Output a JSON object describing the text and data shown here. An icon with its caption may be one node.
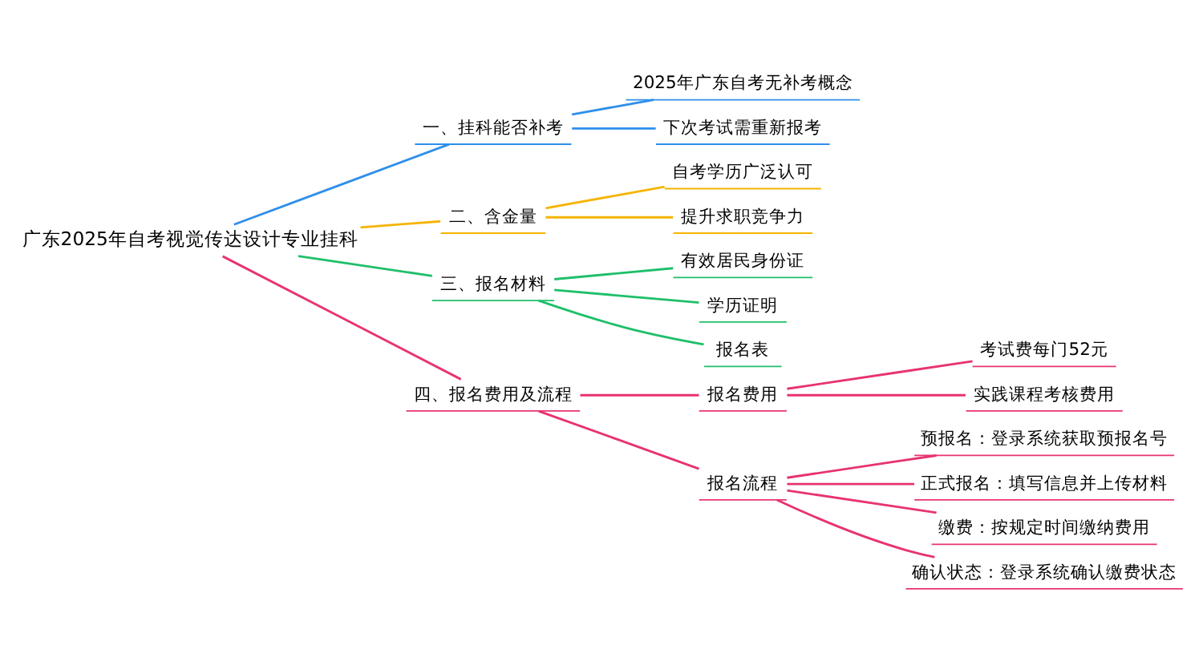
{
  "diagram": {
    "nodes": [
      {
        "text": [
          "广东2025年自考视觉传达设计专业挂科"
        ]
      },
      {
        "text": [
          "一、挂科能否补考"
        ]
      },
      {
        "text": [
          "2025年广东自考无补考概念"
        ]
      },
      {
        "text": [
          "下次考试需重新报考"
        ]
      },
      {
        "text": [
          "二、含金量"
        ]
      },
      {
        "text": [
          "自考学历广泛认可"
        ]
      },
      {
        "text": [
          "提升求职竞争力"
        ]
      },
      {
        "text": [
          "三、报名材料"
        ]
      },
      {
        "text": [
          "有效居民身份证"
        ]
      },
      {
        "text": [
          "学历证明"
        ]
      },
      {
        "text": [
          "报名表"
        ]
      },
      {
        "text": [
          "四、报名费用及流程"
        ]
      },
      {
        "text": [
          "报名费用"
        ]
      },
      {
        "text": [
          "考试费每门52元"
        ]
      },
      {
        "text": [
          "实践课程考核费用"
        ]
      },
      {
        "text": [
          "报名流程"
        ]
      },
      {
        "text": [
          "预报名：登录系统获取预报名号"
        ]
      },
      {
        "text": [
          "正式报名：填写信息并上传材料"
        ]
      },
      {
        "text": [
          "缴费：按规定时间缴纳费用"
        ]
      },
      {
        "text": [
          "确认状态：登录系统确认缴费状态"
        ]
      }
    ],
    "edges": [
      {
        "from": 0,
        "to": 1,
        "arrow": "none",
        "color": "#2f8fea"
      },
      {
        "from": 1,
        "to": 2,
        "arrow": "none",
        "color": "#2f8fea"
      },
      {
        "from": 1,
        "to": 3,
        "arrow": "none",
        "color": "#2f8fea"
      },
      {
        "from": 0,
        "to": 4,
        "arrow": "none",
        "color": "#f5b400"
      },
      {
        "from": 4,
        "to": 5,
        "arrow": "none",
        "color": "#f5b400"
      },
      {
        "from": 4,
        "to": 6,
        "arrow": "none",
        "color": "#f5b400"
      },
      {
        "from": 0,
        "to": 7,
        "arrow": "none",
        "color": "#1fbf6a"
      },
      {
        "from": 7,
        "to": 8,
        "arrow": "none",
        "color": "#1fbf6a"
      },
      {
        "from": 7,
        "to": 9,
        "arrow": "none",
        "color": "#1fbf6a"
      },
      {
        "from": 7,
        "to": 10,
        "arrow": "none",
        "color": "#1fbf6a"
      },
      {
        "from": 0,
        "to": 11,
        "arrow": "none"
      },
      {
        "from": 11,
        "to": 12,
        "arrow": "none"
      },
      {
        "from": 12,
        "to": 13,
        "arrow": "none"
      },
      {
        "from": 12,
        "to": 14,
        "arrow": "none"
      },
      {
        "from": 11,
        "to": 15,
        "arrow": "none"
      },
      {
        "from": 15,
        "to": 16,
        "arrow": "none"
      },
      {
        "from": 15,
        "to": 17,
        "arrow": "none"
      },
      {
        "from": 15,
        "to": 18,
        "arrow": "none"
      },
      {
        "from": 15,
        "to": 19,
        "arrow": "none"
      }
    ]
  }
}
